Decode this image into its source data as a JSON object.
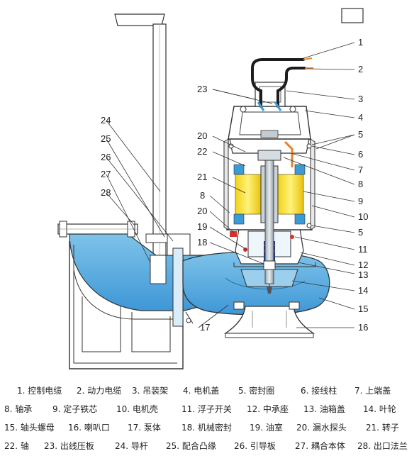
{
  "figure": {
    "callouts": [
      "1",
      "2",
      "3",
      "4",
      "5",
      "6",
      "7",
      "8",
      "9",
      "10",
      "11",
      "12",
      "13",
      "14",
      "15",
      "16",
      "17",
      "18",
      "19",
      "20",
      "21",
      "22",
      "23",
      "24",
      "25",
      "26",
      "27",
      "28"
    ]
  },
  "legend": [
    [
      "1. 控制电缆",
      "2. 动力电缆",
      "3. 吊装架",
      "4. 电机盖",
      "5. 密封圈",
      "6. 接线柱",
      "7. 上端盖"
    ],
    [
      "8. 轴承",
      "9. 定子铁芯",
      "10. 电机壳",
      "11. 浮子开关",
      "12. 中承座",
      "13. 油箱盖",
      "14. 叶轮"
    ],
    [
      "15. 轴头螺母",
      "16. 喇叭口",
      "17. 泵体",
      "18. 机械密封",
      "19. 油室",
      "20. 漏水探头",
      "21. 转子"
    ],
    [
      "22. 轴",
      "23. 出线压板",
      "24. 导杆",
      "25. 配合凸缘",
      "26. 引导板",
      "27. 耦合本体",
      "28. 出口法兰"
    ]
  ]
}
